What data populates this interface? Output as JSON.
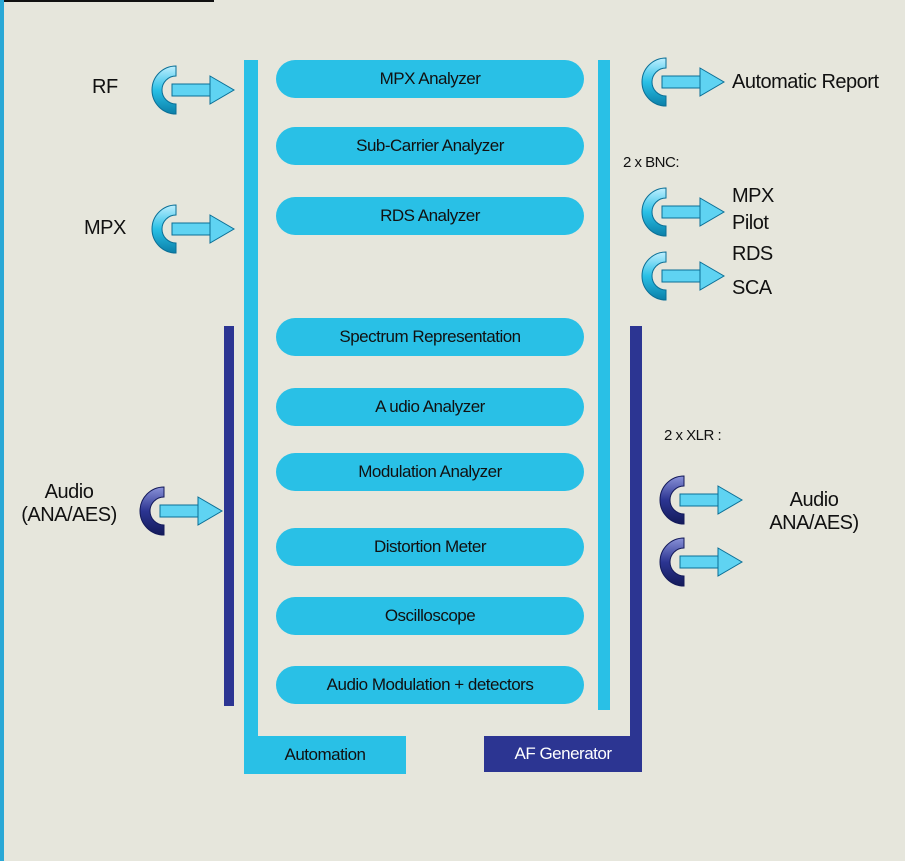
{
  "inputs": {
    "rf": "RF",
    "mpx": "MPX",
    "audio_line1": "Audio",
    "audio_line2": "(ANA/AES)"
  },
  "analyzers": [
    "MPX Analyzer",
    "Sub-Carrier Analyzer",
    "RDS  Analyzer",
    "Spectrum Representation",
    "A udio Analyzer",
    "Modulation Analyzer",
    "Distortion Meter",
    "Oscilloscope",
    "Audio Modulation + detectors"
  ],
  "outputs": {
    "automatic_report": "Automatic Report",
    "bnc_header": "2 x BNC:",
    "bnc_mpx": "MPX",
    "bnc_pilot": "Pilot",
    "bnc_rds": "RDS",
    "bnc_sca": "SCA",
    "xlr_header": "2 x XLR :",
    "audio_line1": "Audio",
    "audio_line2": "ANA/AES)"
  },
  "bottom": {
    "automation": "Automation",
    "af_generator": "AF Generator"
  },
  "colors": {
    "cyan": "#29c0e6",
    "navy": "#2c3592",
    "background": "#e6e6dc",
    "icon_cyan": "connector-cyan",
    "icon_navy": "connector-navy"
  }
}
